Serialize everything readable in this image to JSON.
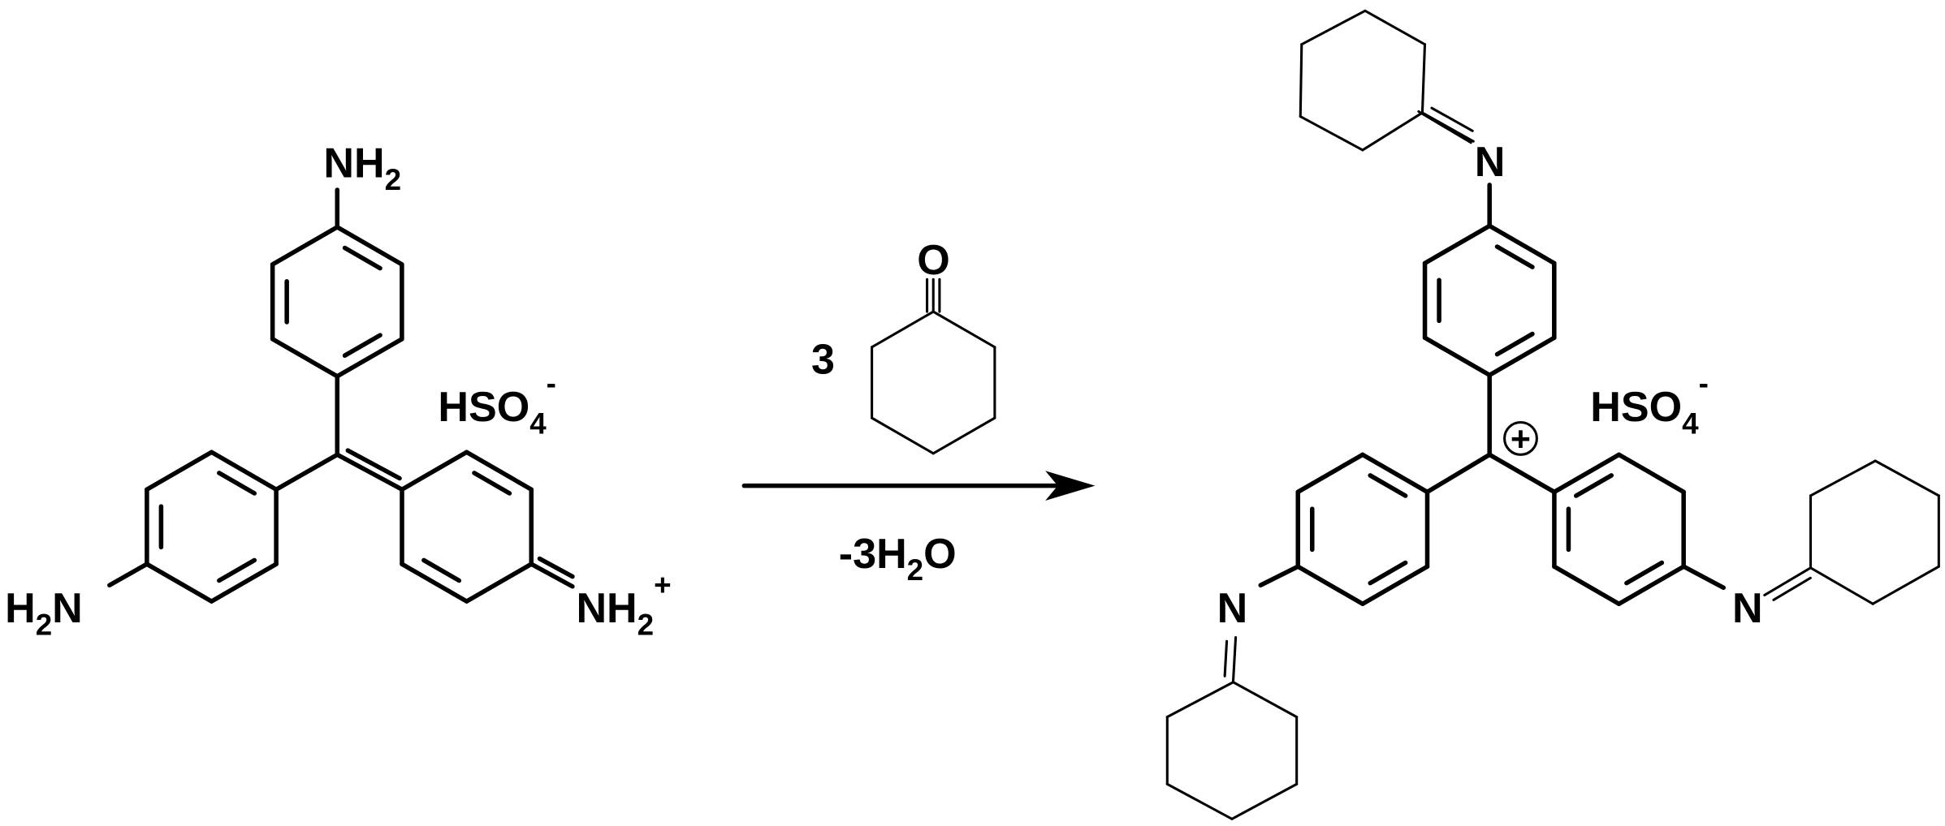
{
  "reactant": {
    "amine_top": {
      "main": "NH",
      "sub": "2"
    },
    "amine_left": {
      "pre": "H",
      "sub": "2",
      "main": "N"
    },
    "iminium": {
      "main": "NH",
      "sub": "2",
      "sup": "+"
    },
    "counterion": {
      "main": "HSO",
      "sub": "4",
      "sup": "-"
    }
  },
  "reagent": {
    "coefficient": "3",
    "oxygen": "O",
    "byproduct": {
      "pre": "-3H",
      "sub": "2",
      "post": "O"
    }
  },
  "product": {
    "nitrogen_label": "N",
    "charge": "+",
    "counterion": {
      "main": "HSO",
      "sub": "4",
      "sup": "-"
    }
  },
  "colors": {
    "ink": "#000000",
    "background": "#ffffff"
  }
}
